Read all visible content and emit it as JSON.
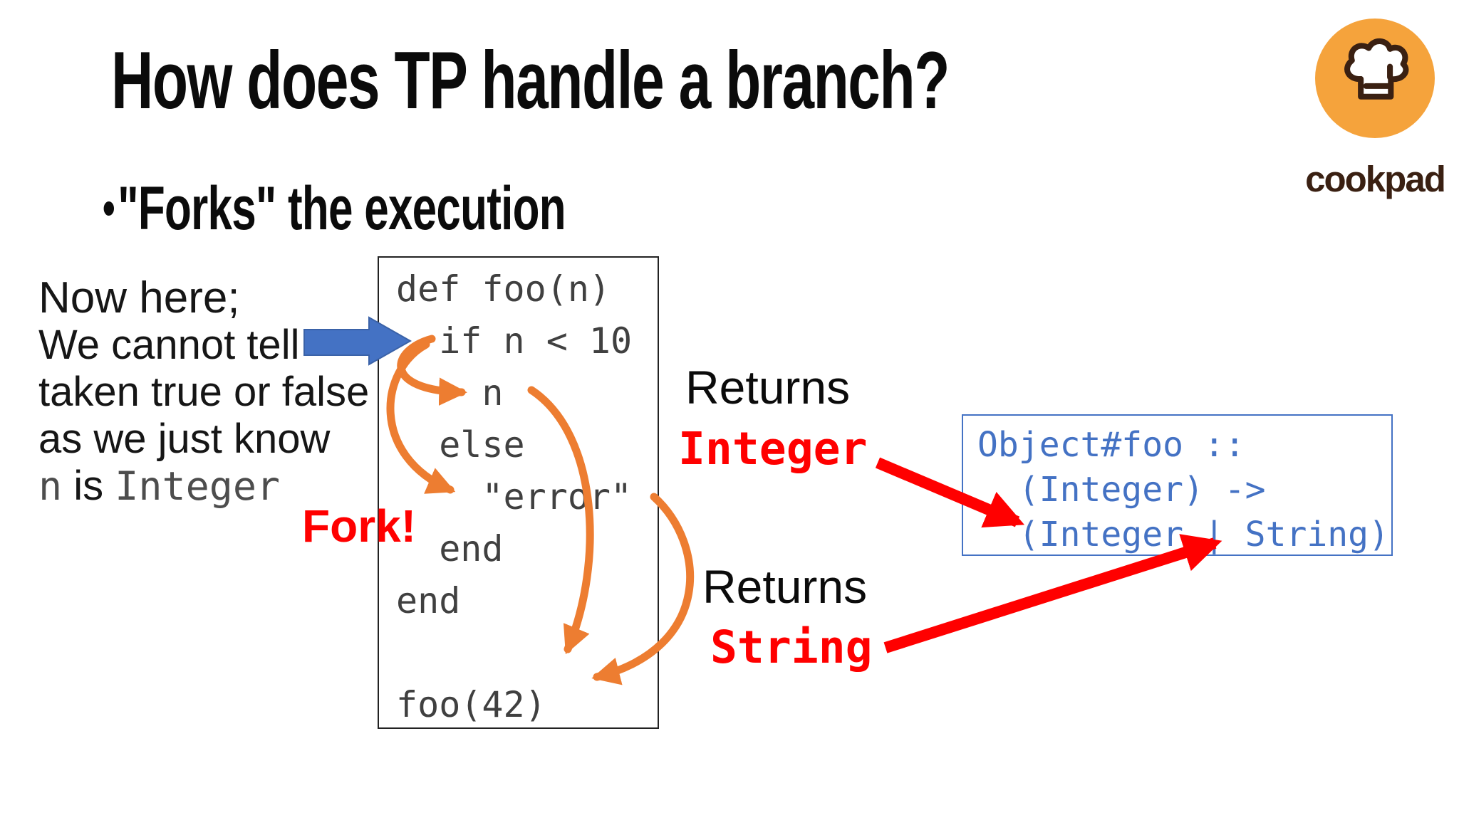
{
  "slide": {
    "title": "How does TP handle a branch?",
    "bullet": {
      "marker": "•",
      "text": "\"Forks\" the execution"
    },
    "side_note": {
      "line1": "Now here;",
      "line2": "We cannot tell",
      "line3": "taken true or false",
      "line4": "as we just know",
      "line5_var": "n",
      "line5_mid": " is ",
      "line5_type": "Integer"
    },
    "fork_label": "Fork!",
    "code_box": {
      "language": "ruby",
      "lines": [
        "def foo(n)",
        "  if n < 10",
        "    n",
        "  else",
        "    \"error\"",
        "  end",
        "end",
        "",
        "foo(42)"
      ]
    },
    "returns_integer": {
      "label": "Returns",
      "type": "Integer"
    },
    "returns_string": {
      "label": "Returns",
      "type": "String"
    },
    "signature_box": {
      "lines": [
        "Object#foo ::",
        "  (Integer) ->",
        "  (Integer | String)"
      ]
    },
    "logo": {
      "wordmark": "cookpad"
    },
    "colors": {
      "red": "#ff0000",
      "blue": "#4472C4",
      "orange": "#ED7D31",
      "code-gray": "#404040",
      "cookpad-orange": "#F5A33C",
      "cookpad-brown": "#3A2012"
    }
  }
}
